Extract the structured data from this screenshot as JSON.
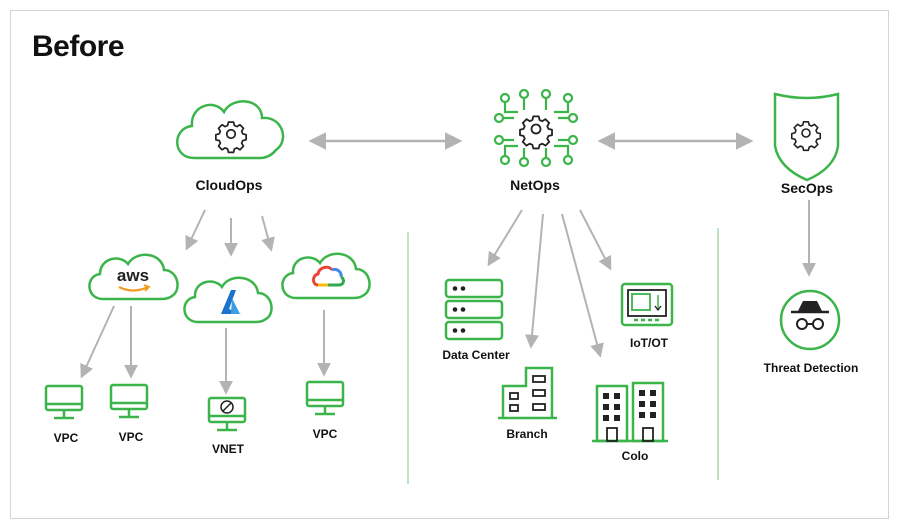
{
  "title": "Before",
  "ops": {
    "cloudops": "CloudOps",
    "netops": "NetOps",
    "secops": "SecOps"
  },
  "cloud_providers": {
    "aws": "aws"
  },
  "cloud_targets": {
    "vpc1": "VPC",
    "vpc2": "VPC",
    "vnet": "VNET",
    "vpc3": "VPC"
  },
  "net_targets": {
    "data_center": "Data Center",
    "branch": "Branch",
    "colo": "Colo",
    "iot": "IoT/OT"
  },
  "sec_targets": {
    "threat": "Threat Detection"
  },
  "colors": {
    "green": "#3bb54a",
    "arrow_gray": "#b3b3b3",
    "divider": "#a9d9ae"
  }
}
